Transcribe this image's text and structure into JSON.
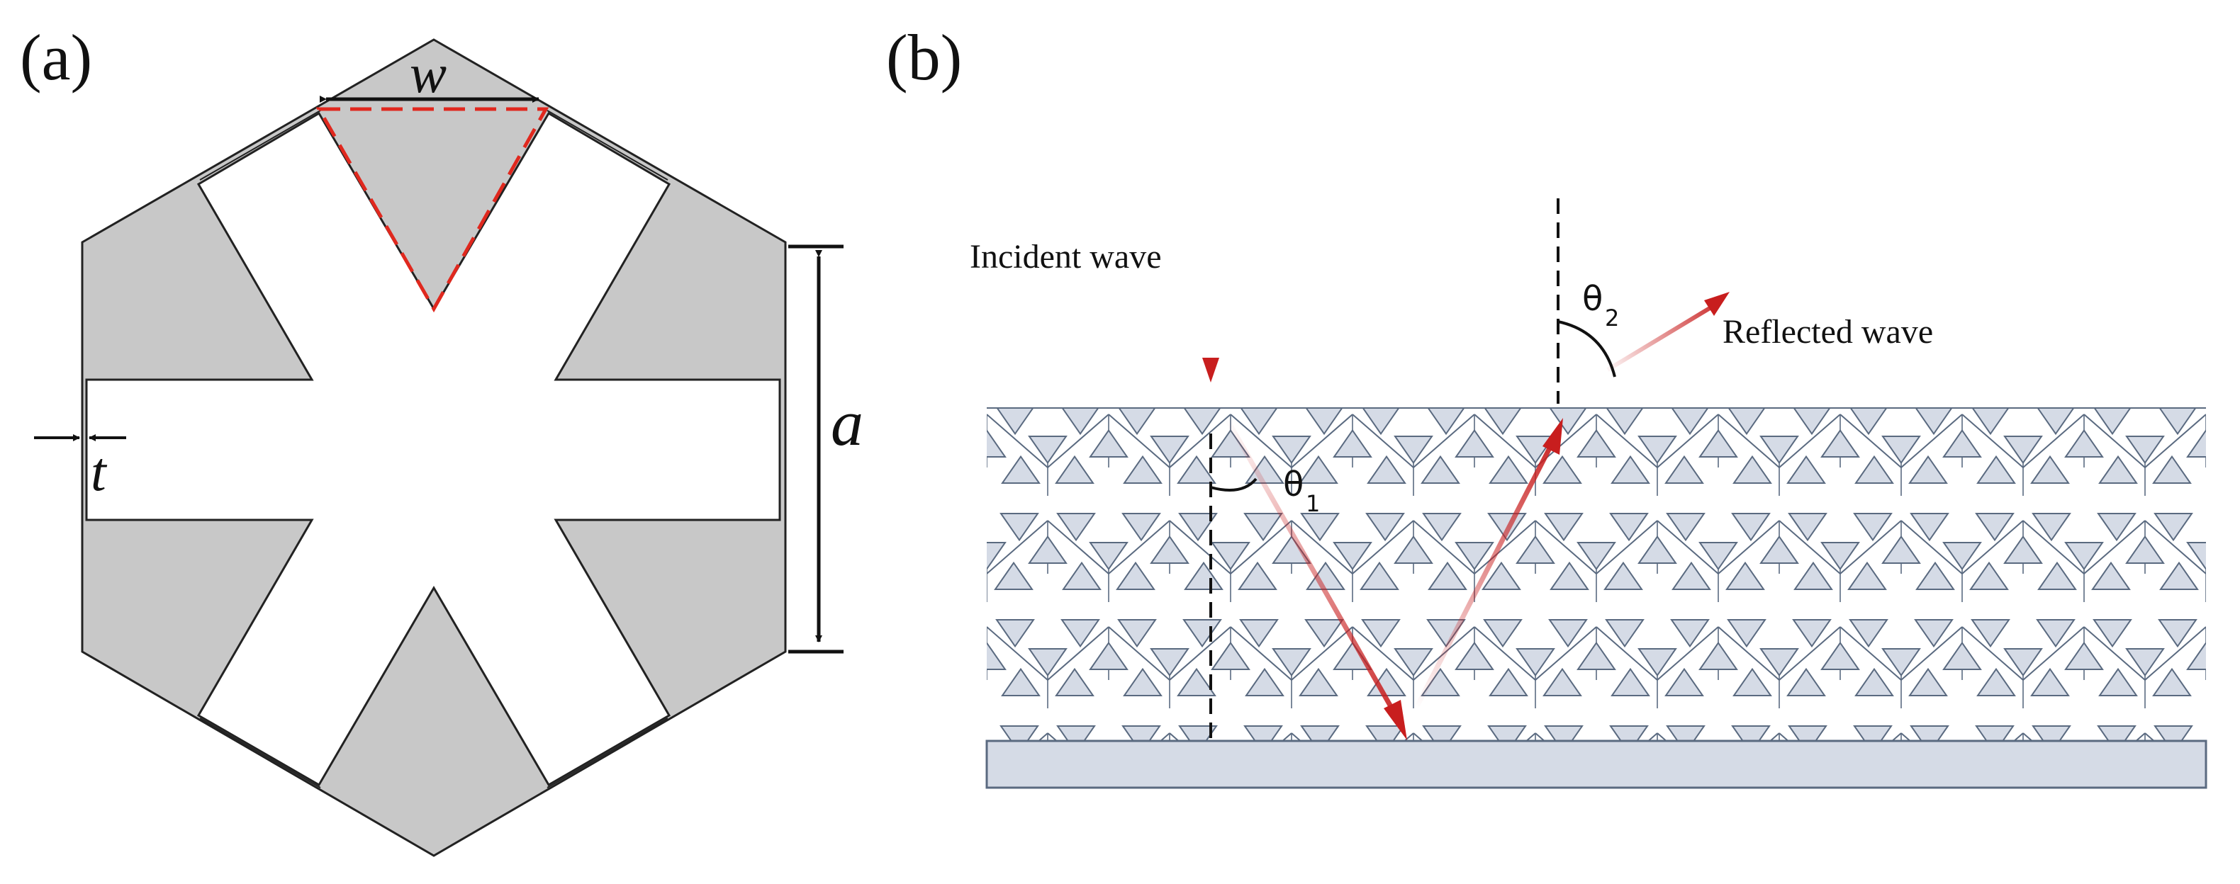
{
  "panel_a": {
    "label": "(a)",
    "dimension_w": "w",
    "dimension_t": "t",
    "dimension_a": "a"
  },
  "panel_b": {
    "label": "(b)",
    "incident_label": "Incident wave",
    "reflected_label": "Reflected wave",
    "theta1_symbol": "θ",
    "theta1_sub": "1",
    "theta2_symbol": "θ",
    "theta2_sub": "2"
  },
  "colors": {
    "cell_fill": "#c8c8c8",
    "lattice_fill": "#d5dbe6",
    "lattice_stroke": "#5a6a80",
    "arrow_red": "#c81e1e",
    "dashed_red": "#e0281e"
  }
}
